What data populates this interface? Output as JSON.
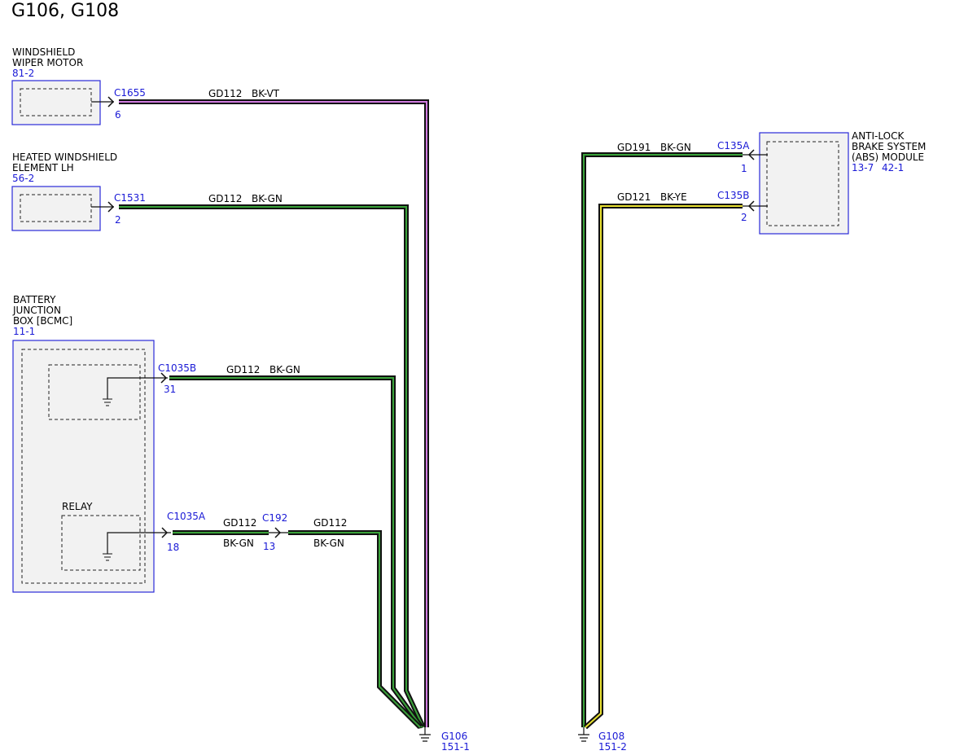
{
  "title": "G106, G108",
  "components": {
    "wiper_motor": {
      "name_line1": "WINDSHIELD",
      "name_line2": "WIPER MOTOR",
      "ref": "81-2",
      "connector": "C1655",
      "pin": "6"
    },
    "heated_windshield": {
      "name_line1": "HEATED WINDSHIELD",
      "name_line2": "ELEMENT LH",
      "ref": "56-2",
      "connector": "C1531",
      "pin": "2"
    },
    "bjb": {
      "name_line1": "BATTERY",
      "name_line2": "JUNCTION",
      "name_line3": "BOX [BCMC]",
      "ref": "11-1",
      "upper_connector": "C1035B",
      "upper_pin": "31",
      "relay_label": "RELAY",
      "lower_connector": "C1035A",
      "lower_pin": "18"
    },
    "inline_connector": {
      "name": "C192",
      "pin": "13"
    },
    "abs_module": {
      "name_line1": "ANTI-LOCK",
      "name_line2": "BRAKE SYSTEM",
      "name_line3": "(ABS) MODULE",
      "ref1": "13-7",
      "ref2": "42-1",
      "conn_a": "C135A",
      "pin_a": "1",
      "conn_b": "C135B",
      "pin_b": "2"
    }
  },
  "wires": {
    "wiper": {
      "circuit": "GD112",
      "color": "BK-VT"
    },
    "heated": {
      "circuit": "GD112",
      "color": "BK-GN"
    },
    "bjb_upper": {
      "circuit": "GD112",
      "color": "BK-GN"
    },
    "bjb_lower_a": {
      "circuit": "GD112",
      "color": "BK-GN"
    },
    "bjb_lower_b": {
      "circuit": "GD112",
      "color": "BK-GN"
    },
    "abs_a": {
      "circuit": "GD191",
      "color": "BK-GN"
    },
    "abs_b": {
      "circuit": "GD121",
      "color": "BK-YE"
    }
  },
  "grounds": {
    "g106": {
      "name": "G106",
      "ref": "151-1"
    },
    "g108": {
      "name": "G108",
      "ref": "151-2"
    }
  },
  "colors": {
    "wire_black": "#111111",
    "stripe_violet": "#d07be0",
    "stripe_green": "#3aa23a",
    "stripe_yellow": "#e8e030",
    "component_border": "#2a2ad8",
    "component_fill": "#f2f2f2",
    "reference_text": "#1a1ad6"
  }
}
